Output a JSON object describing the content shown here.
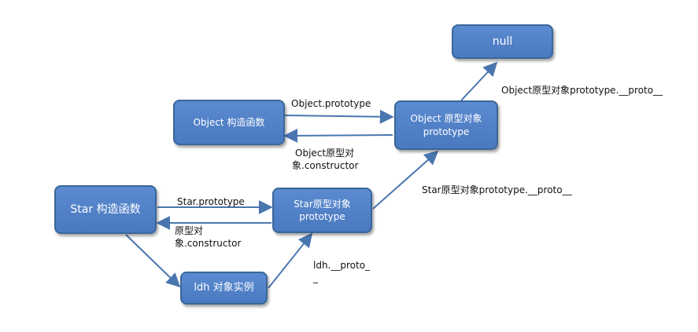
{
  "nodes": {
    "null_node": {
      "line1": "null"
    },
    "object_constructor": {
      "line1": "Object 构造函数"
    },
    "object_prototype": {
      "line1": "Object 原型对象",
      "line2": "prototype"
    },
    "star_constructor": {
      "line1": "Star 构造函数"
    },
    "star_prototype": {
      "line1": "Star原型对象",
      "line2": "prototype"
    },
    "ldh_instance": {
      "line1": "ldh 对象实例"
    }
  },
  "edge_labels": {
    "object_prototype_link": "Object.prototype",
    "object_constructor_link_1": "Object原型对",
    "object_constructor_link_2": "象.constructor",
    "object_proto_to_null": "Object原型对象prototype.__proto__",
    "star_prototype_link": "Star.prototype",
    "star_constructor_link_1": "原型对",
    "star_constructor_link_2": "象.constructor",
    "star_proto_to_object": "Star原型对象prototype.__proto__",
    "ldh_proto_1": "ldh.__proto_",
    "ldh_proto_2": "_"
  },
  "colors": {
    "box_fill": "#4f7fc4",
    "box_border": "#3a6799",
    "arrow": "#4a76b0"
  }
}
